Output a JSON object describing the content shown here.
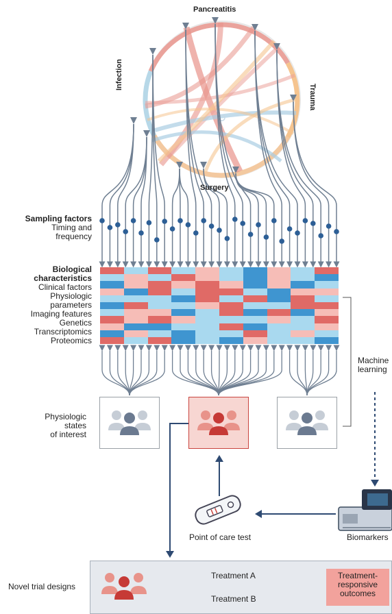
{
  "circle_labels": {
    "top": "Pancreatitis",
    "left": "Infection",
    "right": "Trauma",
    "bottom": "Surgery"
  },
  "sampling": {
    "title": "Sampling factors",
    "line1": "Timing and",
    "line2": "frequency"
  },
  "biological": {
    "title_line1": "Biological",
    "title_line2": "characteristics",
    "items": [
      "Clinical factors",
      "Physiologic",
      "parameters",
      "Imaging features",
      "Genetics",
      "Transcriptomics",
      "Proteomics"
    ]
  },
  "states": {
    "line1": "Physiologic",
    "line2": "states",
    "line3": "of interest"
  },
  "machine_learning": {
    "line1": "Machine",
    "line2": "learning"
  },
  "poc_label": "Point of care test",
  "biomarkers_label": "Biomarkers",
  "trial": {
    "label": "Novel trial designs",
    "treatment_a": "Treatment A",
    "treatment_b": "Treatment B",
    "outcome_line1": "Treatment-",
    "outcome_line2": "responsive",
    "outcome_line3": "outcomes"
  },
  "colors": {
    "pancreatitis": "#e6837a",
    "infection": "#a9cde3",
    "trauma": "#f5c48f",
    "slate": "#6f7f92",
    "dot": "#2d5f96",
    "heat_red": "#e06a66",
    "heat_pink": "#f6bdb7",
    "heat_light_blue": "#a9d9ef",
    "heat_blue": "#3f95d0",
    "active_panel": "#f7d6d2"
  }
}
